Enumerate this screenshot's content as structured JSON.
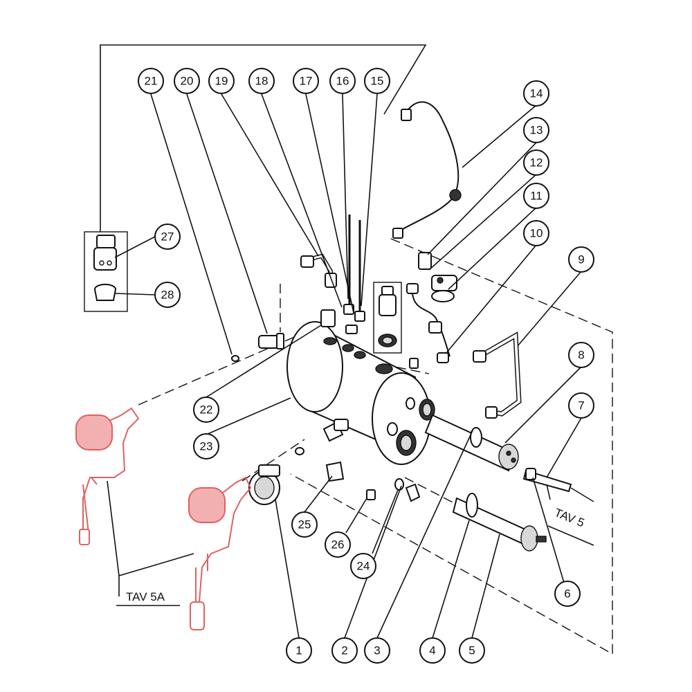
{
  "callouts": [
    "1",
    "2",
    "3",
    "4",
    "5",
    "6",
    "7",
    "8",
    "9",
    "10",
    "11",
    "12",
    "13",
    "14",
    "15",
    "16",
    "17",
    "18",
    "19",
    "20",
    "21",
    "22",
    "23",
    "24",
    "25",
    "26",
    "27",
    "28"
  ],
  "references": {
    "tav5a": "TAV 5A",
    "tav5": "TAV 5"
  },
  "colors": {
    "line": "#111111",
    "highlight": "#e06060",
    "highlight_fill": "#f3b0b0"
  }
}
